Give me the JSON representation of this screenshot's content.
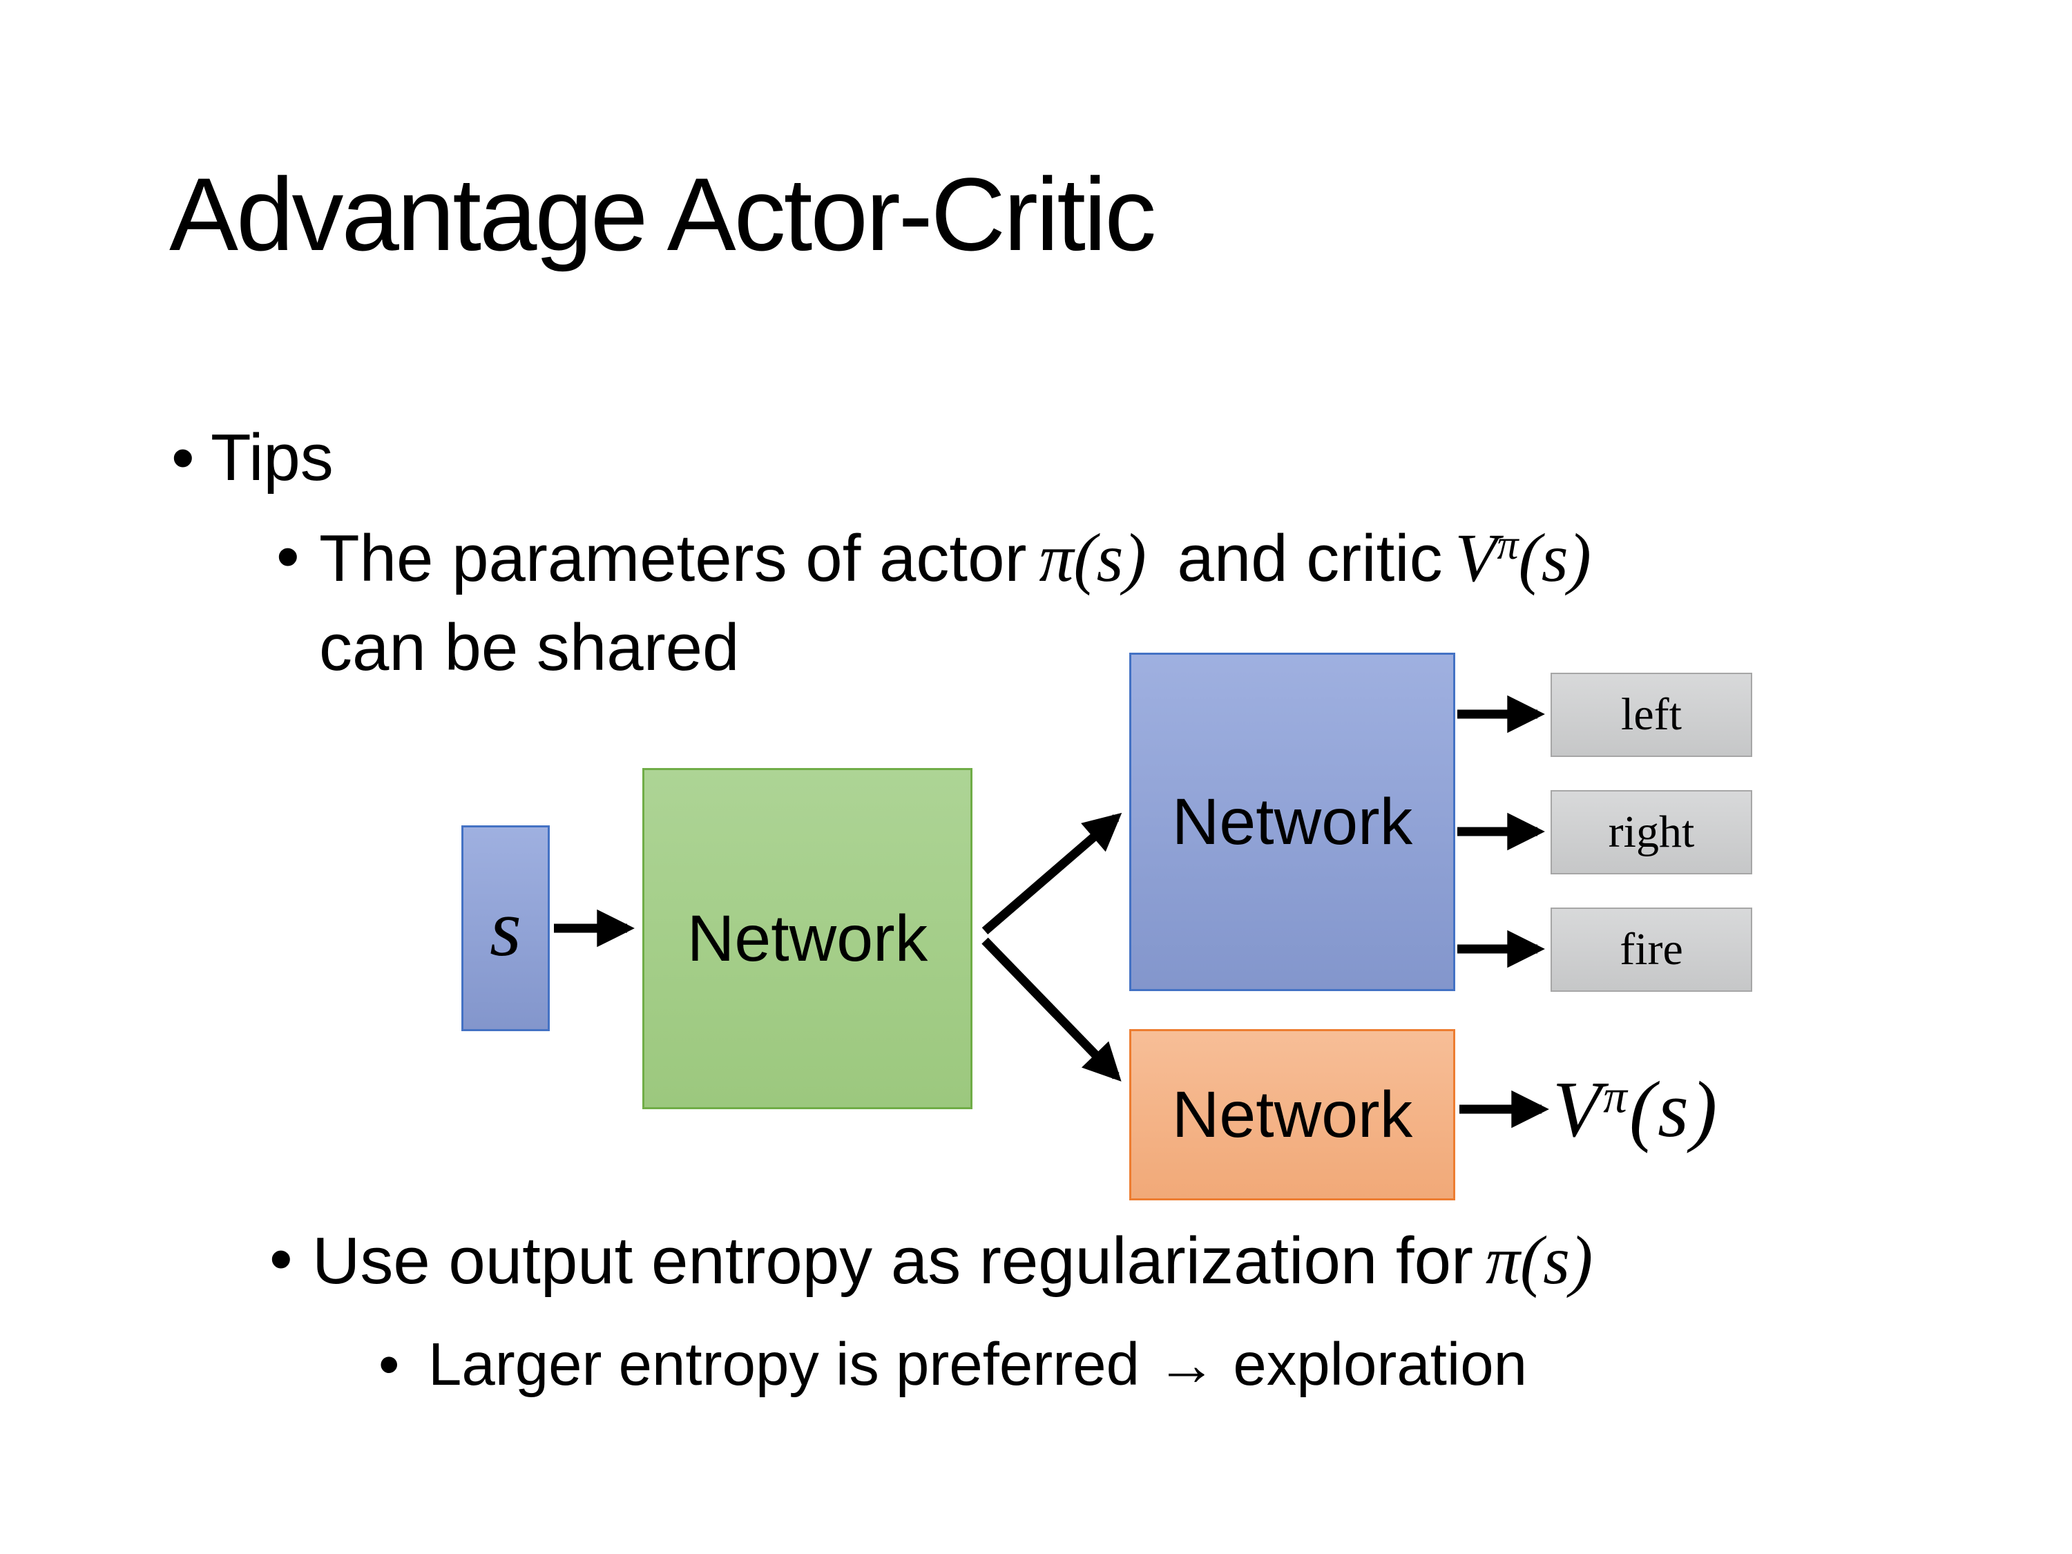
{
  "slide": {
    "title": "Advantage Actor-Critic",
    "bullet_char": "•",
    "bullets": {
      "tips": "Tips",
      "param_before": "The parameters of actor",
      "param_actor_math": "π(s)",
      "param_mid": "and critic",
      "critic_v": "V",
      "critic_sup": "π",
      "critic_args": "(s)",
      "param_line2": "can be shared",
      "entropy_before": "Use output entropy as regularization for",
      "entropy_math": "π(s)",
      "exploration": "Larger entropy is preferred → exploration"
    },
    "diagram": {
      "state_label": "s",
      "shared_network_label": "Network",
      "actor_network_label": "Network",
      "critic_network_label": "Network",
      "action_left": "left",
      "action_right": "right",
      "action_fire": "fire",
      "value_v": "V",
      "value_sup": "π",
      "value_args": "(s)"
    },
    "colors": {
      "text": "#000000",
      "background": "#FFFFFF",
      "arrow": "#000000",
      "blue_fill_light": "#9FB0E0",
      "blue_fill_dark": "#8396CC",
      "blue_border": "#4472C4",
      "green_fill_light": "#ADD495",
      "green_fill_dark": "#9CC87E",
      "green_border": "#70AD47",
      "orange_fill_light": "#F7BE97",
      "orange_fill_dark": "#F1A978",
      "orange_border": "#ED7D31",
      "gray_fill_light": "#D8D9DA",
      "gray_fill_dark": "#C6C7C8",
      "gray_border": "#A6A6A6"
    }
  }
}
